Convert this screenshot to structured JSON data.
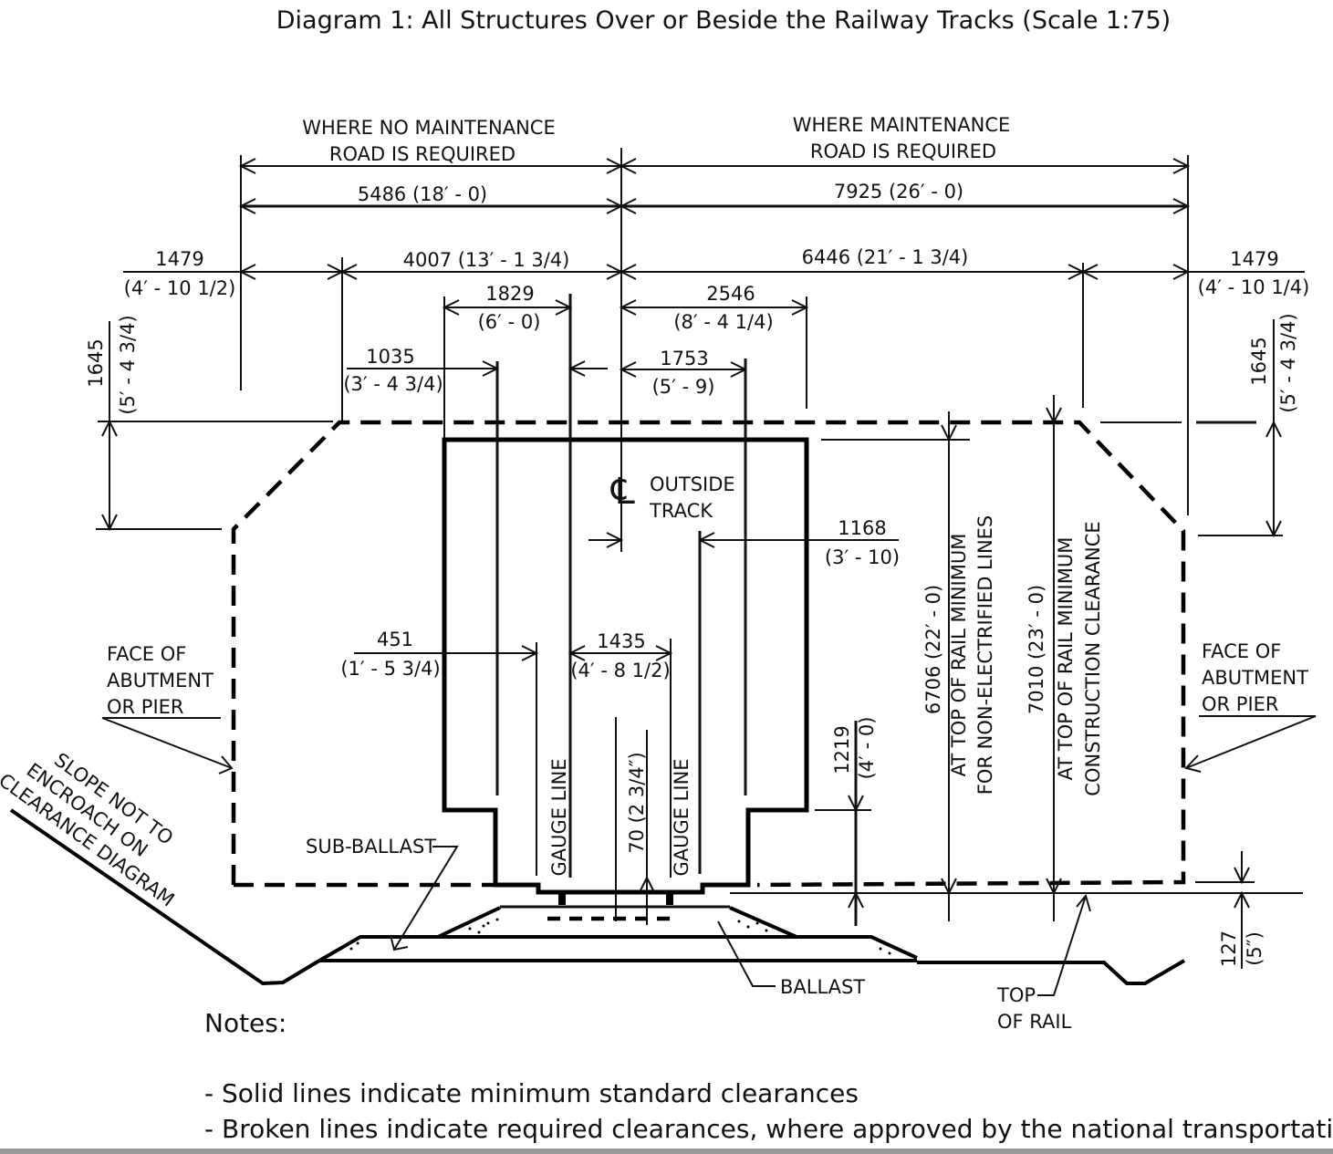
{
  "title": "Diagram 1: All Structures Over or Beside the Railway Tracks (Scale 1:75)",
  "headers": {
    "no_maintenance": [
      "WHERE NO MAINTENANCE",
      "ROAD IS REQUIRED"
    ],
    "maintenance": [
      "WHERE MAINTENANCE",
      "ROAD IS REQUIRED"
    ]
  },
  "dimensions": {
    "d5486": "5486 (18′ - 0)",
    "d7925": "7925 (26′ - 0)",
    "d1479_left_mm": "1479",
    "d1479_left_imp": "(4′ - 10 1/2)",
    "d4007": "4007 (13′ - 1 3/4)",
    "d6446": "6446 (21′ - 1 3/4)",
    "d1479_right_mm": "1479",
    "d1479_right_imp": "(4′ - 10 1/4)",
    "d1829_mm": "1829",
    "d1829_imp": "(6′ - 0)",
    "d2546_mm": "2546",
    "d2546_imp": "(8′ - 4 1/4)",
    "d1035_mm": "1035",
    "d1035_imp": "(3′ - 4 3/4)",
    "d1753_mm": "1753",
    "d1753_imp": "(5′ - 9)",
    "d1645_left_mm": "1645",
    "d1645_left_imp": "(5′ - 4 3/4)",
    "d1645_right_mm": "1645",
    "d1645_right_imp": "(5′ - 4 3/4)",
    "d1168_mm": "1168",
    "d1168_imp": "(3′ - 10)",
    "d451_mm": "451",
    "d451_imp": "(1′ - 5 3/4)",
    "d1435_mm": "1435",
    "d1435_imp": "(4′ - 8 1/2)",
    "d70": "70 (2 3/4″)",
    "d1219_mm": "1219",
    "d1219_imp": "(4′ - 0)",
    "d6706": "6706 (22′ - 0)",
    "d7010": "7010 (23′ - 0)",
    "d127_mm": "127",
    "d127_imp": "(5″)"
  },
  "labels": {
    "centerline_symbol": "℄",
    "outside_track": [
      "OUTSIDE",
      "TRACK"
    ],
    "non_electrified": [
      "AT TOP OF RAIL MINIMUM",
      "FOR NON-ELECTRIFIED LINES"
    ],
    "construction": [
      "AT TOP OF RAIL MINIMUM",
      "CONSTRUCTION CLEARANCE"
    ],
    "face_left": [
      "FACE OF",
      "ABUTMENT",
      "OR PIER"
    ],
    "face_right": [
      "FACE OF",
      "ABUTMENT",
      "OR PIER"
    ],
    "gauge_line": "GAUGE LINE",
    "slope": [
      "SLOPE NOT TO",
      "ENCROACH ON",
      "CLEARANCE DIAGRAM"
    ],
    "sub_ballast": "SUB-BALLAST",
    "ballast": "BALLAST",
    "top_of_rail": [
      "TOP",
      "OF RAIL"
    ]
  },
  "notes": {
    "heading": "Notes:",
    "items": [
      "- Solid lines indicate minimum standard clearances",
      "- Broken lines indicate required clearances, where approved by the national transportation"
    ]
  }
}
